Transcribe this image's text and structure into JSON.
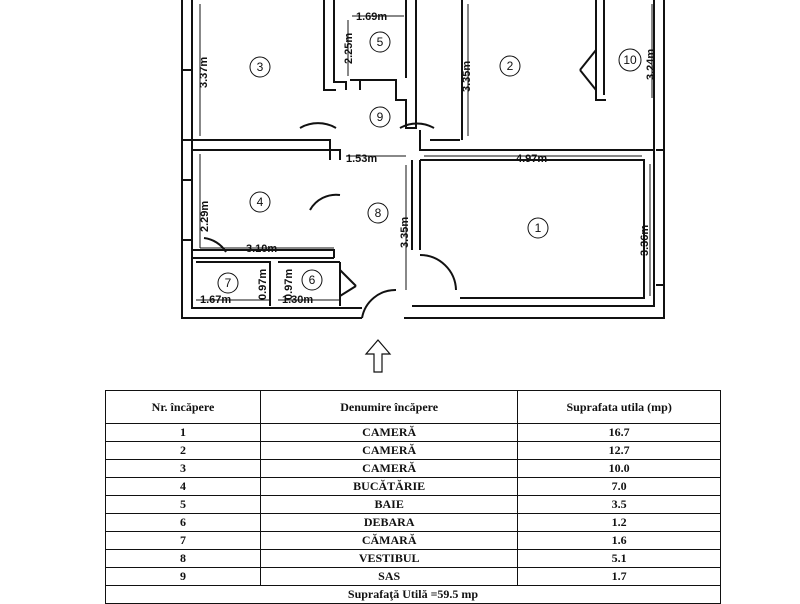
{
  "plan": {
    "rooms": [
      {
        "no": "1"
      },
      {
        "no": "2"
      },
      {
        "no": "3"
      },
      {
        "no": "4"
      },
      {
        "no": "5"
      },
      {
        "no": "6"
      },
      {
        "no": "7"
      },
      {
        "no": "8"
      },
      {
        "no": "9"
      },
      {
        "no": "10"
      }
    ],
    "dimensions": {
      "d_169": "1.69m",
      "d_225": "2.25m",
      "d_337": "3.37m",
      "d_335a": "3.35m",
      "d_324": "3.24m",
      "d_153": "1.53m",
      "d_497": "4.97m",
      "d_229": "2.29m",
      "d_310": "3.10m",
      "d_335b": "3.35m",
      "d_336": "3.36m",
      "d_097a": "0.97m",
      "d_097b": "0.97m",
      "d_167": "1.67m",
      "d_130": "1.30m"
    }
  },
  "table": {
    "headers": {
      "col1": "Nr. încăpere",
      "col2": "Denumire încăpere",
      "col3": "Suprafata utila (mp)"
    },
    "rows": [
      {
        "nr": "1",
        "name": "CAMERĂ",
        "area": "16.7"
      },
      {
        "nr": "2",
        "name": "CAMERĂ",
        "area": "12.7"
      },
      {
        "nr": "3",
        "name": "CAMERĂ",
        "area": "10.0"
      },
      {
        "nr": "4",
        "name": "BUCĂTĂRIE",
        "area": "7.0"
      },
      {
        "nr": "5",
        "name": "BAIE",
        "area": "3.5"
      },
      {
        "nr": "6",
        "name": "DEBARA",
        "area": "1.2"
      },
      {
        "nr": "7",
        "name": "CĂMARĂ",
        "area": "1.6"
      },
      {
        "nr": "8",
        "name": "VESTIBUL",
        "area": "5.1"
      },
      {
        "nr": "9",
        "name": "SAS",
        "area": "1.7"
      }
    ],
    "total": "Suprafaţă Utilă =59.5 mp"
  }
}
